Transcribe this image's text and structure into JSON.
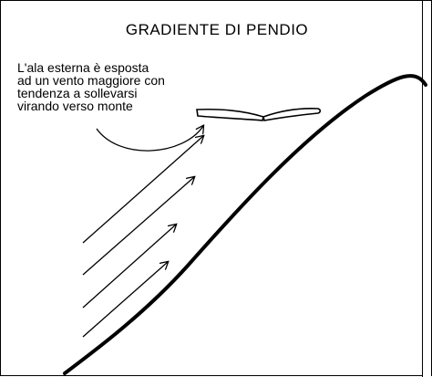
{
  "title": "GRADIENTE DI PENDIO",
  "caption_lines": [
    "L'ala esterna è esposta",
    "ad un vento maggiore con",
    "tendenza a sollevarsi",
    "virando verso monte"
  ]
}
